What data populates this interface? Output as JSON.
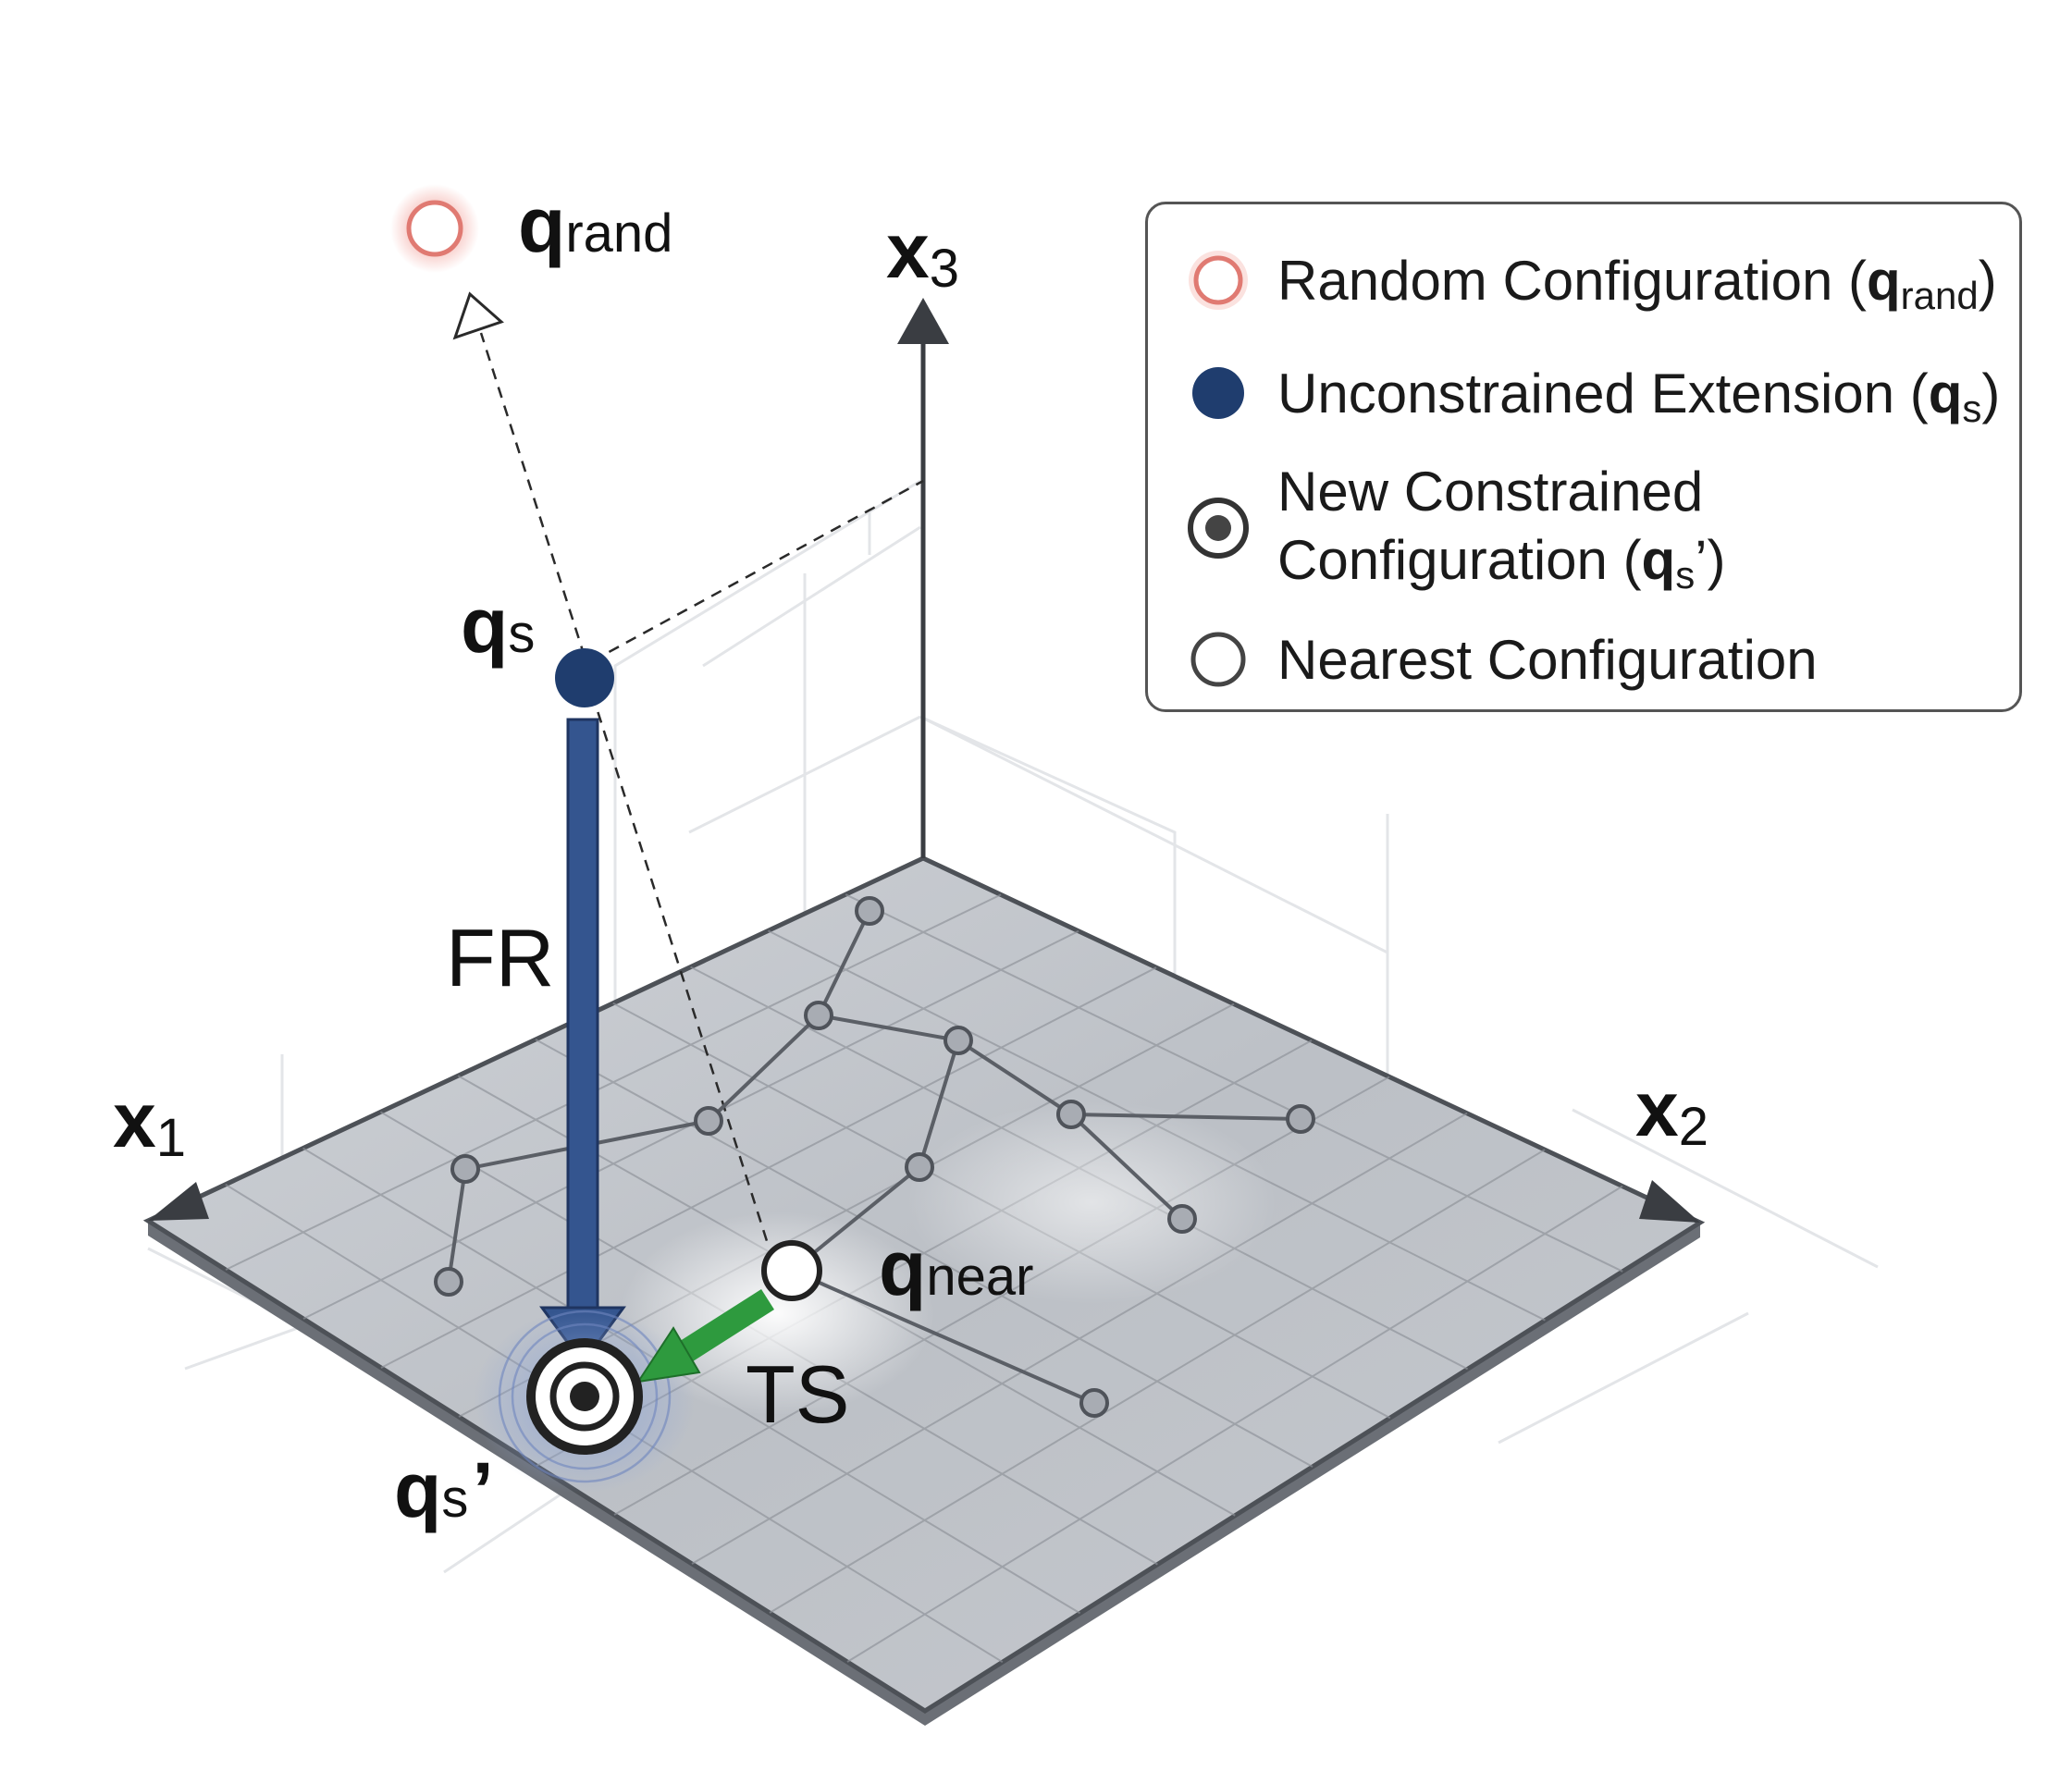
{
  "labels": {
    "q_rand": {
      "main": "q",
      "sub": "rand"
    },
    "q_s": {
      "main": "q",
      "sub": "s"
    },
    "q_s_prime": {
      "main": "q",
      "sub": "s",
      "prime": "’"
    },
    "q_near": {
      "main": "q",
      "sub": "near"
    },
    "x1": {
      "main": "x",
      "sub": "1"
    },
    "x2": {
      "main": "x",
      "sub": "2"
    },
    "x3": {
      "main": "x",
      "sub": "3"
    },
    "fr": "FR",
    "ts": "TS"
  },
  "legend": {
    "items": [
      {
        "icon": "random-configuration-icon",
        "text": "Random Configuration (",
        "main": "q",
        "sub": "rand",
        "tail": ")"
      },
      {
        "icon": "unconstrained-extension-icon",
        "text": "Unconstrained Extension (",
        "main": "q",
        "sub": "s",
        "tail": ")"
      },
      {
        "icon": "new-constrained-configuration-icon",
        "line1": "New Constrained",
        "text": "Configuration (",
        "main": "q",
        "sub": "s",
        "tail": "’)"
      },
      {
        "icon": "nearest-configuration-icon",
        "text": "Nearest Configuration"
      }
    ]
  },
  "colors": {
    "fr_arrow": "#34558f",
    "q_s_node": "#1f3d6e",
    "ts_arrow": "#2e9a3e",
    "q_rand_ring": "#e07a72",
    "plane": "#bfc3c9",
    "axis": "#3a3d42"
  }
}
